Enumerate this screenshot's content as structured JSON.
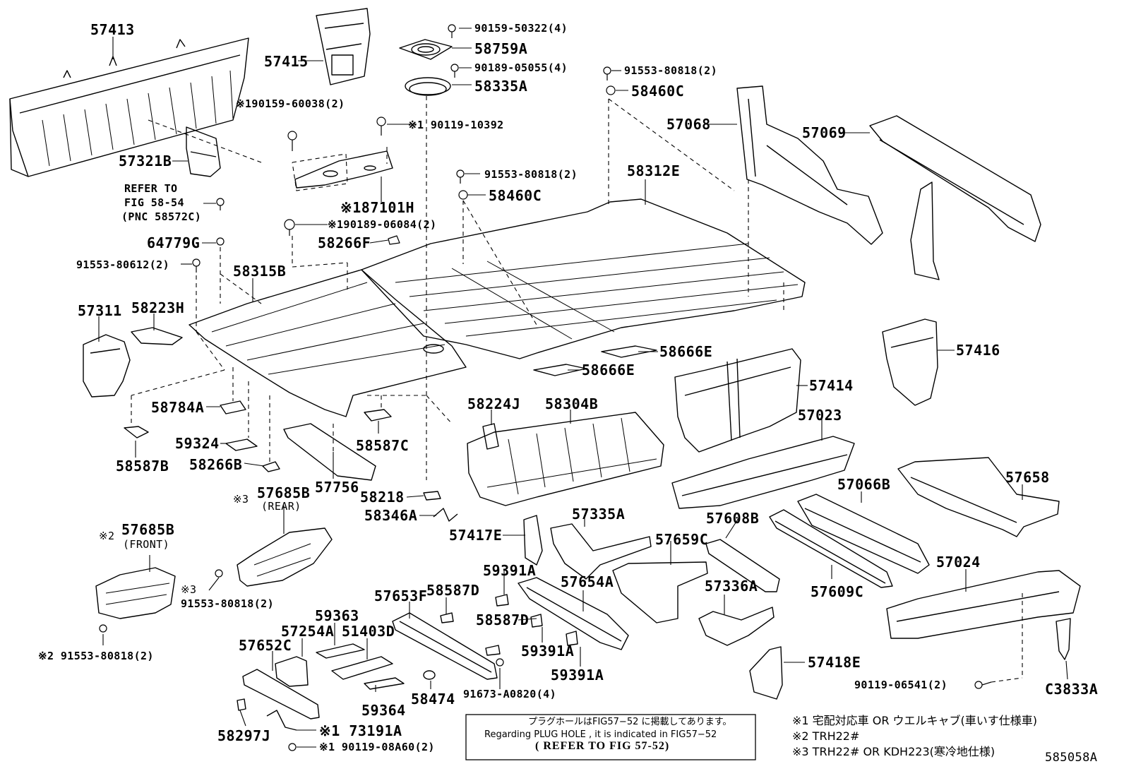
{
  "figure_id": "585058A",
  "labels": {
    "p57413": "57413",
    "p57415": "57415",
    "p90159_50322": "90159-50322(4)",
    "p58759A": "58759A",
    "p90189_05055": "90189-05055(4)",
    "p58335A": "58335A",
    "p91553_80818_a": "91553-80818(2)",
    "p58460C_a": "58460C",
    "p190159_60038": "※190159-60038(2)",
    "p90119_10392": "※1 90119-10392",
    "p57068": "57068",
    "p57069": "57069",
    "p57321B": "57321B",
    "p187101H": "※187101H",
    "p91553_80818_b": "91553-80818(2)",
    "p58312E": "58312E",
    "p58460C_b": "58460C",
    "refer_line1": "REFER TO",
    "refer_line2": "FIG 58-54",
    "refer_line3": "(PNC 58572C)",
    "p190189_06084": "※190189-06084(2)",
    "p64779G": "64779G",
    "p58266F": "58266F",
    "p91553_80612": "91553-80612(2)",
    "p58315B": "58315B",
    "p57311": "57311",
    "p58223H": "58223H",
    "p57416": "57416",
    "p58666E_a": "58666E",
    "p58666E_b": "58666E",
    "p57414": "57414",
    "p58224J": "58224J",
    "p58304B": "58304B",
    "p58784A": "58784A",
    "p57023": "57023",
    "p59324": "59324",
    "p58587C": "58587C",
    "p58587B": "58587B",
    "p58266B": "58266B",
    "p57756": "57756",
    "p57658": "57658",
    "p57066B": "57066B",
    "p57685B_rear": "57685B",
    "rear": "(REAR)",
    "mark3_a": "※3",
    "p58218": "58218",
    "p58346A": "58346A",
    "p57335A": "57335A",
    "p57608B": "57608B",
    "p57685B_front": "57685B",
    "front": "(FRONT)",
    "mark2_a": "※2",
    "p57417E": "57417E",
    "p57659C": "57659C",
    "p57024": "57024",
    "mark3_b": "※3",
    "p91553_80818_c": "91553-80818(2)",
    "p59391A_a": "59391A",
    "p57654A": "57654A",
    "p57336A": "57336A",
    "p57609C": "57609C",
    "p59363": "59363",
    "p57653F": "57653F",
    "p58587D_a": "58587D",
    "p58587D_b": "58587D",
    "p57652C": "57652C",
    "p57254A": "57254A",
    "p51403D": "51403D",
    "p59391A_b": "59391A",
    "p59391A_c": "59391A",
    "p91553_80818_d": "※2 91553-80818(2)",
    "p57418E": "57418E",
    "p59364": "59364",
    "p58474": "58474",
    "p91673_A0820": "91673-A0820(4)",
    "p90119_06541": "90119-06541(2)",
    "pC3833A": "C3833A",
    "p58297J": "58297J",
    "p73191A": "※1 73191A",
    "p90119_08A60": "※1 90119-08A60(2)"
  },
  "note": {
    "line1": "プラグホールはFIG57−52 に掲載してあります。",
    "line2": "Regarding PLUG HOLE , it is indicated in FIG57−52",
    "line3": "( REFER TO FIG 57-52)"
  },
  "legend": {
    "l1": "※1 宅配対応車 OR ウエルキャブ(車いす仕様車)",
    "l2": "※2 TRH22#",
    "l3": "※3 TRH22# OR KDH223(寒冷地仕様)"
  }
}
